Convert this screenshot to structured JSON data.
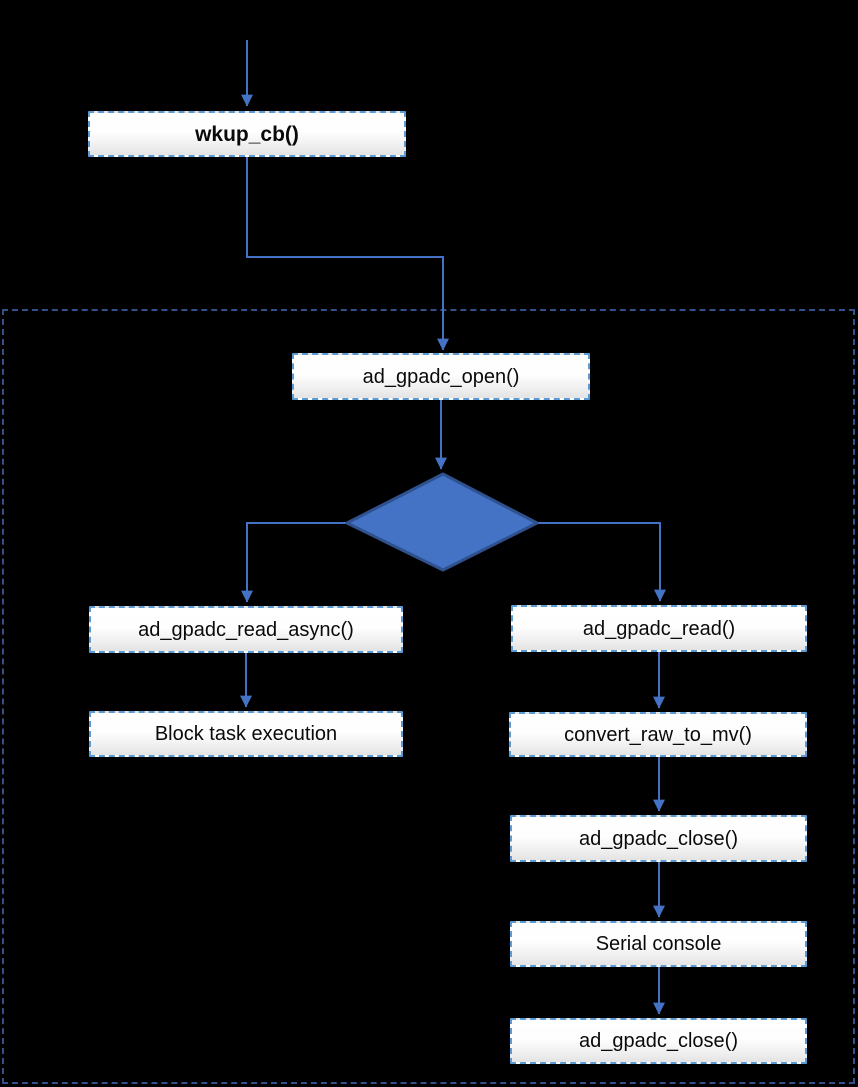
{
  "diagram": {
    "type": "flowchart",
    "background": "#000000",
    "colors": {
      "connector": "#4472C4",
      "diamond_fill": "#4472C4",
      "diamond_stroke": "#2F528F",
      "node_border": "#5B9BD5",
      "node_fill_top": "#ffffff",
      "node_fill_bottom": "#e3e3e3",
      "node_text": "#0a0a0a",
      "container_border": "#33508C"
    },
    "nodes": {
      "wkup_cb": {
        "label": "wkup_cb()",
        "shape": "process",
        "bold": true
      },
      "ad_gpadc_open": {
        "label": "ad_gpadc_open()",
        "shape": "process"
      },
      "decision": {
        "label": "",
        "shape": "diamond"
      },
      "ad_gpadc_read_async": {
        "label": "ad_gpadc_read_async()",
        "shape": "process"
      },
      "block_task_execution": {
        "label": "Block task execution",
        "shape": "process"
      },
      "ad_gpadc_read": {
        "label": "ad_gpadc_read()",
        "shape": "process"
      },
      "convert_raw_to_mv": {
        "label": "convert_raw_to_mv()",
        "shape": "process"
      },
      "ad_gpadc_close_1": {
        "label": "ad_gpadc_close()",
        "shape": "process"
      },
      "serial_console": {
        "label": "Serial console",
        "shape": "process"
      },
      "ad_gpadc_close_2": {
        "label": "ad_gpadc_close()",
        "shape": "process"
      }
    },
    "edges": [
      {
        "from": "top",
        "to": "wkup_cb"
      },
      {
        "from": "wkup_cb",
        "to": "ad_gpadc_open"
      },
      {
        "from": "ad_gpadc_open",
        "to": "decision"
      },
      {
        "from": "decision",
        "to": "ad_gpadc_read_async"
      },
      {
        "from": "ad_gpadc_read_async",
        "to": "block_task_execution"
      },
      {
        "from": "decision",
        "to": "ad_gpadc_read"
      },
      {
        "from": "ad_gpadc_read",
        "to": "convert_raw_to_mv"
      },
      {
        "from": "convert_raw_to_mv",
        "to": "ad_gpadc_close_1"
      },
      {
        "from": "ad_gpadc_close_1",
        "to": "serial_console"
      },
      {
        "from": "serial_console",
        "to": "ad_gpadc_close_2"
      }
    ]
  }
}
